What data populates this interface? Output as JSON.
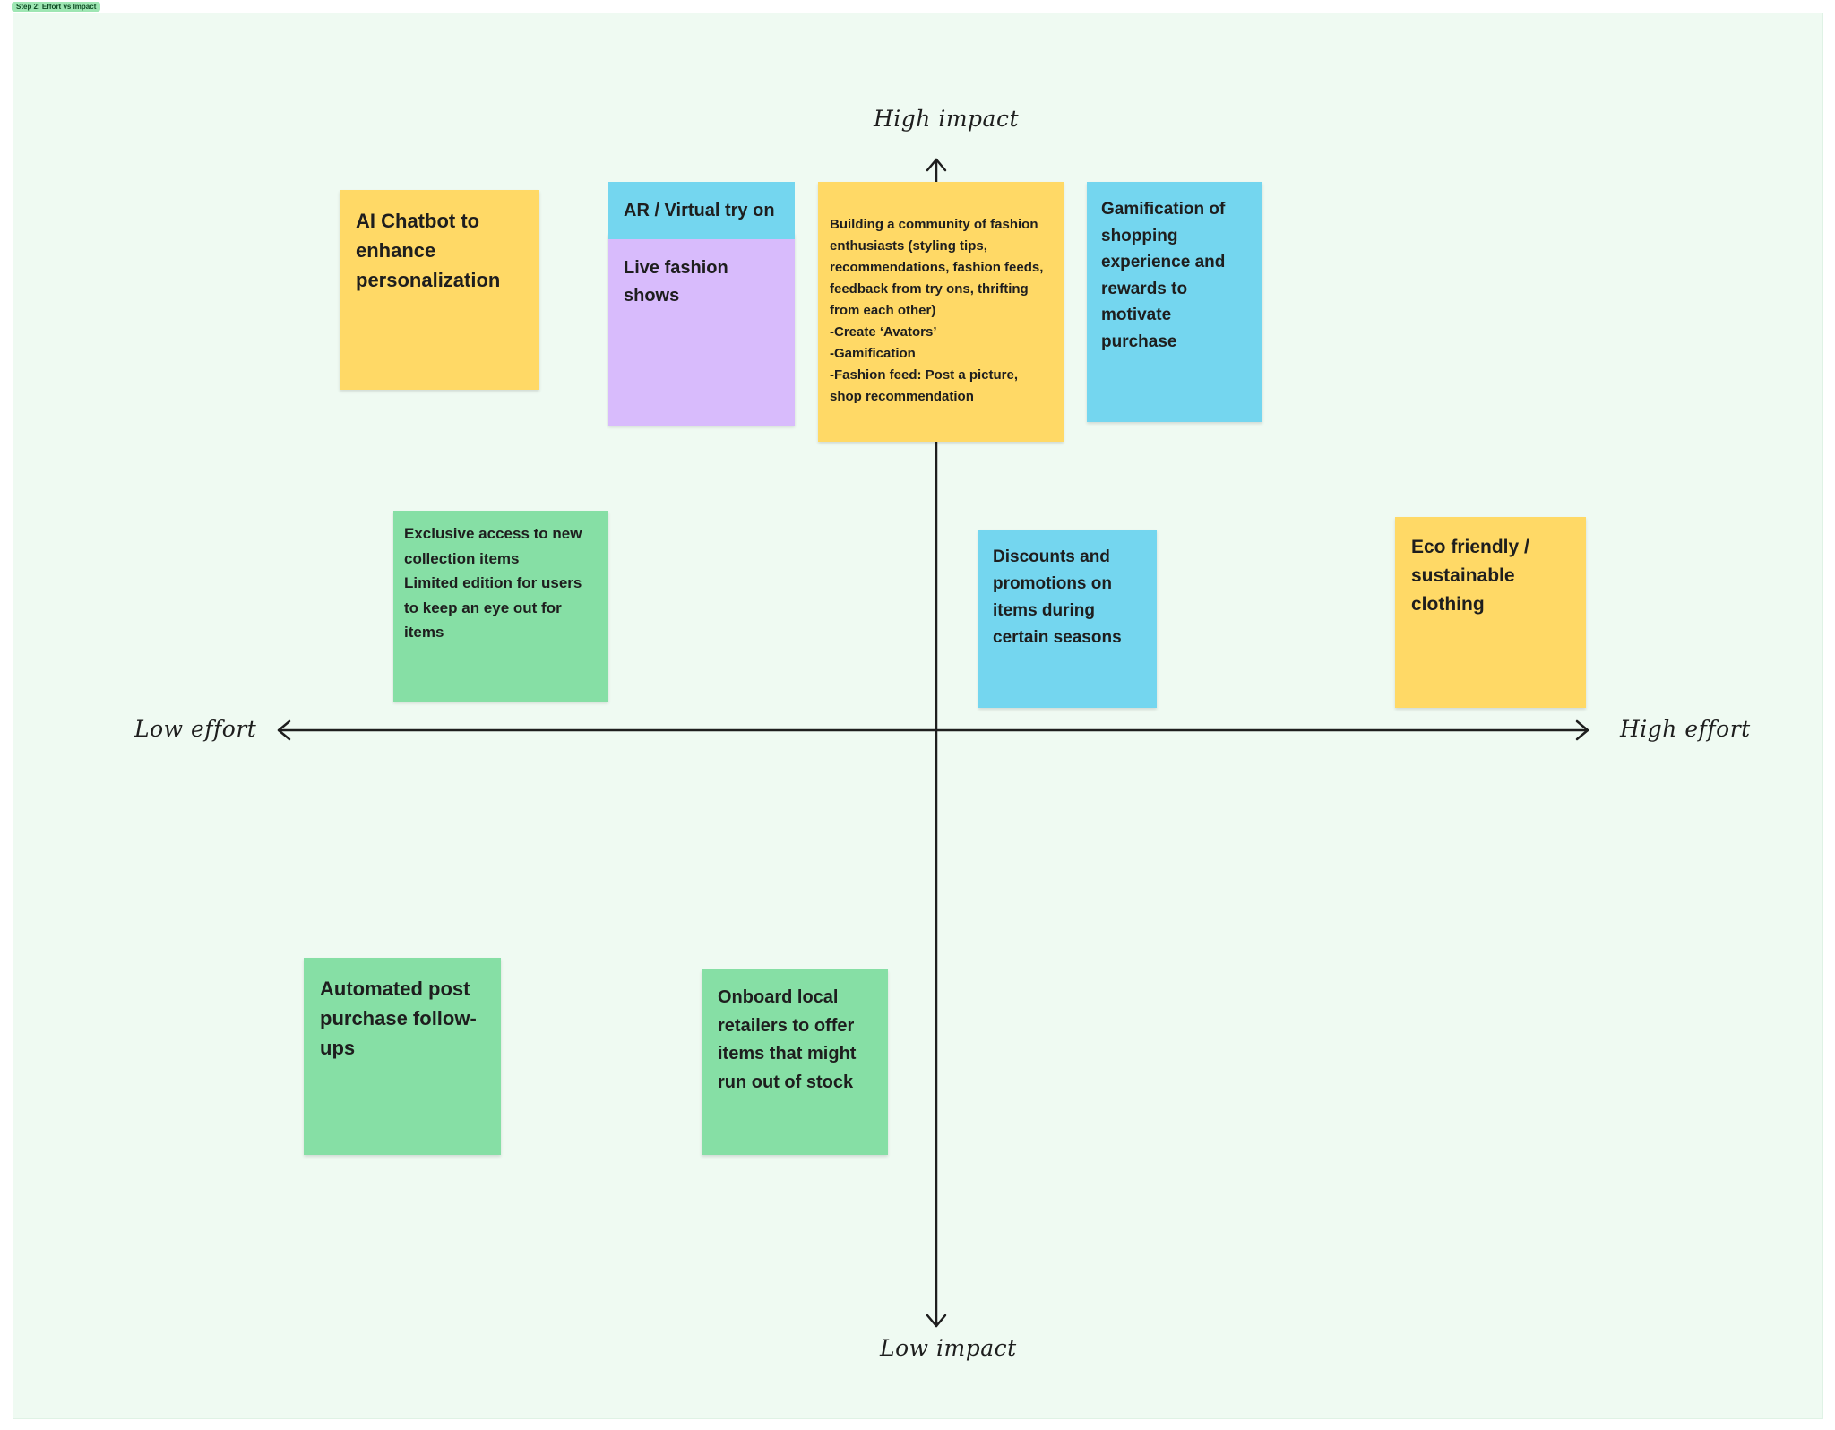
{
  "section": {
    "title": "Step 2: Effort vs Impact"
  },
  "axes": {
    "top": "High impact",
    "bottom": "Low impact",
    "left": "Low effort",
    "right": "High effort"
  },
  "stickies": {
    "ai_chatbot": "AI Chatbot to enhance personalization",
    "ar_try_on": "AR / Virtual try on",
    "live_shows": "Live fashion shows",
    "community": [
      "Building a community of fashion enthusiasts (styling tips, recommendations, fashion feeds, feedback from try ons, thrifting from each other)",
      "-Create ‘Avators’",
      "-Gamification",
      "-Fashion feed: Post a picture, shop recommendation"
    ],
    "gamification": "Gamification of shopping experience and rewards to motivate purchase",
    "exclusive_access": [
      "Exclusive access to new collection items",
      "Limited edition for users to keep an eye out for items"
    ],
    "discounts": "Discounts and promotions on items during certain seasons",
    "eco_friendly": "Eco friendly / sustainable clothing",
    "post_purchase": "Automated post purchase follow-ups",
    "local_retailers": "Onboard local retailers to offer items that might run out of stock"
  },
  "colors": {
    "yellow": "#ffd966",
    "blue": "#74d6ef",
    "purple": "#d8bbfc",
    "green": "#86dfa5",
    "section_background": "#effaf2"
  }
}
